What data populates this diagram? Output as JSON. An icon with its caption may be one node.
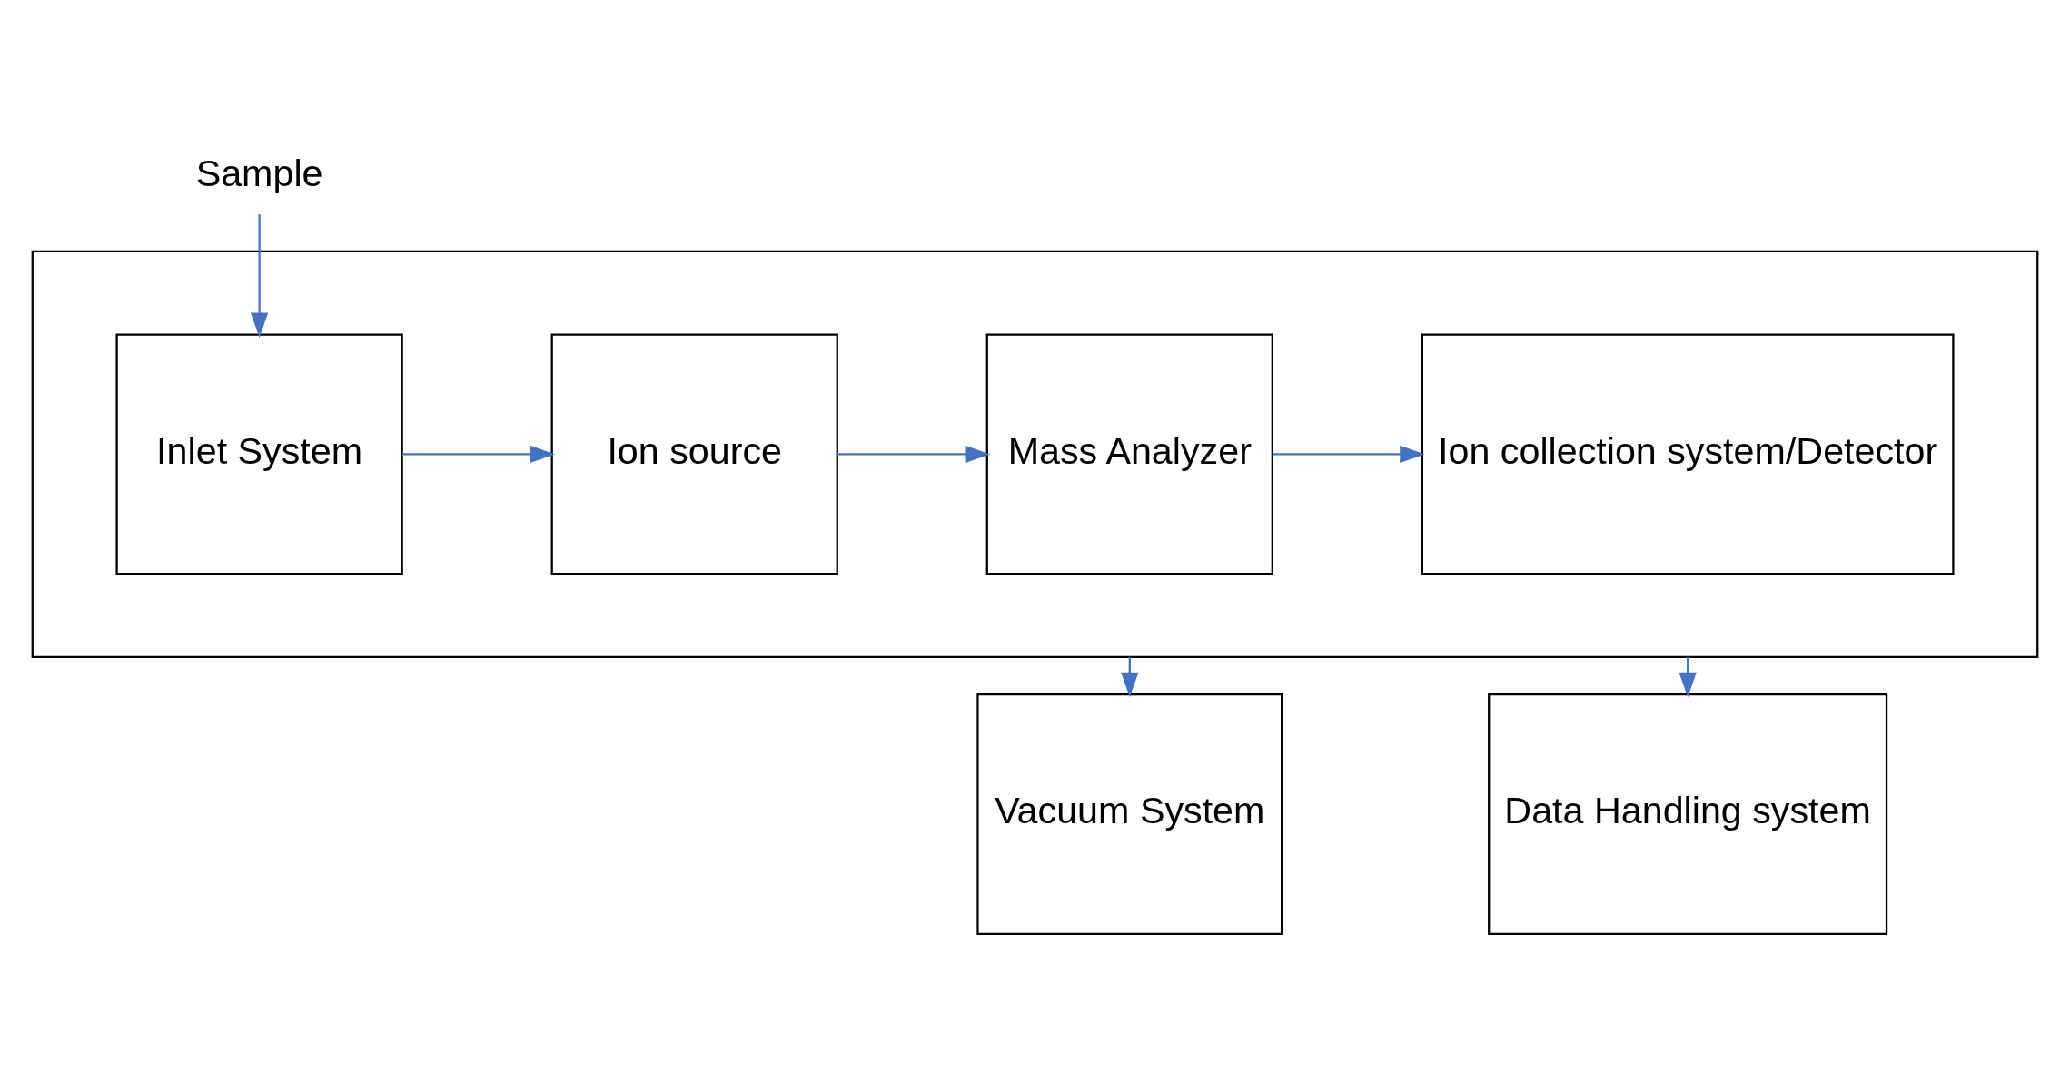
{
  "diagram": {
    "nodes": [
      {
        "text": [
          "Sample"
        ]
      },
      {
        "text": [],
        "shape": "box"
      },
      {
        "text": [
          "Inlet System"
        ],
        "in": 1
      },
      {
        "text": [
          "Ion source"
        ],
        "in": 1
      },
      {
        "text": [
          "Mass Analyzer"
        ],
        "in": 1
      },
      {
        "text": [
          "Ion collection system/Detector"
        ],
        "in": 1
      },
      {
        "text": [
          "Vacuum System"
        ]
      },
      {
        "text": [
          "Data Handling system"
        ]
      }
    ],
    "edges": [
      {
        "from": 0,
        "to": 2,
        "arrow": "to"
      },
      {
        "from": 2,
        "to": 3,
        "arrow": "to"
      },
      {
        "from": 3,
        "to": 4,
        "arrow": "to"
      },
      {
        "from": 4,
        "to": 5,
        "arrow": "to"
      },
      {
        "from": 1,
        "to": 6,
        "arrow": "to"
      },
      {
        "from": 1,
        "to": 7,
        "arrow": "to"
      }
    ]
  }
}
